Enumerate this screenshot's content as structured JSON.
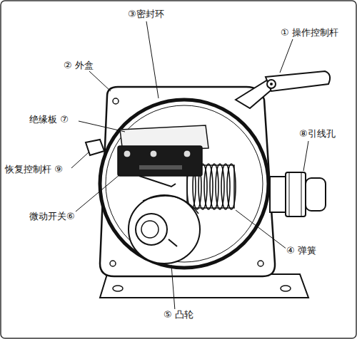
{
  "diagram": {
    "labels": [
      "③密封环",
      "① 操作控制杆",
      "② 外盒",
      "绝缘板 ⑦",
      "⑧引线孔",
      "恢复控制杆 ⑨",
      "微动开关⑥",
      "④ 弹簧",
      "⑤ 凸轮"
    ]
  }
}
